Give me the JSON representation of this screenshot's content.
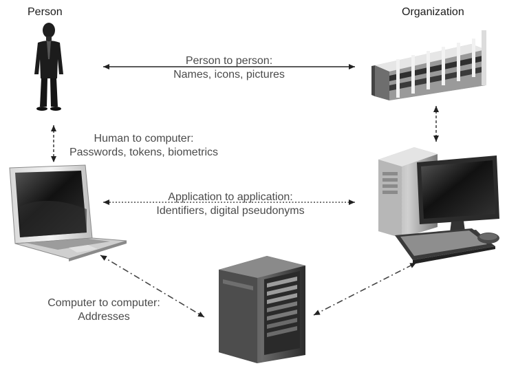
{
  "nodes": {
    "person": "Person",
    "organization": "Organization"
  },
  "links": {
    "person_to_person": {
      "title": "Person to person:",
      "detail": "Names, icons, pictures"
    },
    "human_to_computer": {
      "title": "Human to computer:",
      "detail": "Passwords, tokens, biometrics"
    },
    "application_to_application": {
      "title": "Application to application:",
      "detail": "Identifiers, digital pseudonyms"
    },
    "computer_to_computer": {
      "title": "Computer to computer:",
      "detail": "Addresses"
    }
  },
  "icons": [
    "person-icon",
    "building-icon",
    "laptop-icon",
    "desktop-computer-icon",
    "server-icon"
  ],
  "colors": {
    "text": "#4a4a4a",
    "arrow": "#222222",
    "icon_dark": "#2a2a2a",
    "icon_mid": "#6b6b6b"
  }
}
